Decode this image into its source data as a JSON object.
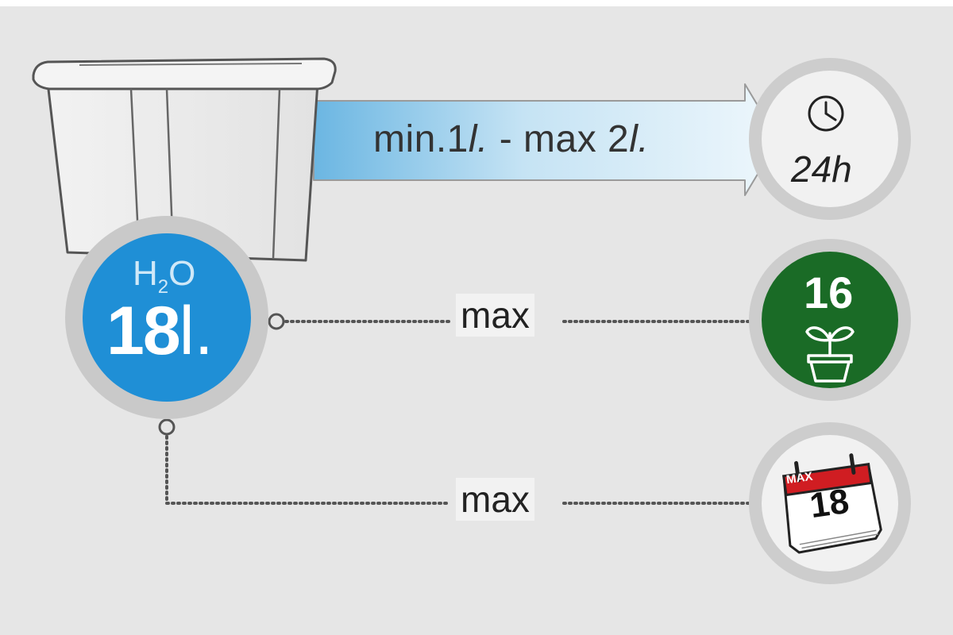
{
  "arrow": {
    "prefix": "min.1",
    "unit_a": "l.",
    "middle": " - max 2",
    "unit_b": "l."
  },
  "water": {
    "symbol": "H",
    "subscript": "2",
    "suffix": "O",
    "amount": "18",
    "unit": "l."
  },
  "duration": {
    "label": "24h"
  },
  "plants": {
    "count": "16",
    "connector_label": "max"
  },
  "days": {
    "calendar_header": "MAX",
    "count": "18",
    "connector_label": "max"
  },
  "colors": {
    "background": "#e6e6e6",
    "water_blue": "#1f8fd6",
    "plant_green": "#1a6b26",
    "ring_gray": "#c9c9c9",
    "calendar_red": "#d01d22"
  }
}
